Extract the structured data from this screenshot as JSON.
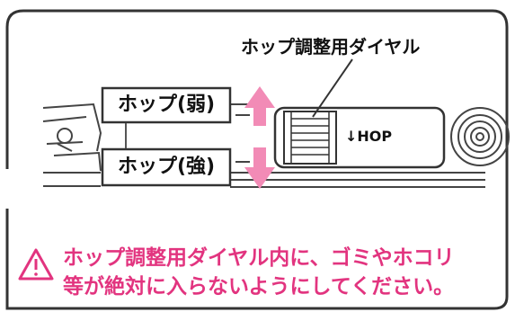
{
  "colors": {
    "accent": "#e2347f",
    "arrow": "#f28bb6",
    "line": "#333333",
    "background": "#ffffff"
  },
  "diagram": {
    "dial_callout": "ホップ調整用ダイヤル",
    "hop_weak": "ホップ(弱)",
    "hop_strong": "ホップ(強)",
    "hop_marking": "↓HOP",
    "icons": [
      "warning-icon",
      "arrow-up-icon",
      "arrow-down-icon"
    ]
  },
  "warning": {
    "line1": "ホップ調整用ダイヤル内に、ゴミやホコリ",
    "line2": "等が絶対に入らないようにしてください。"
  }
}
